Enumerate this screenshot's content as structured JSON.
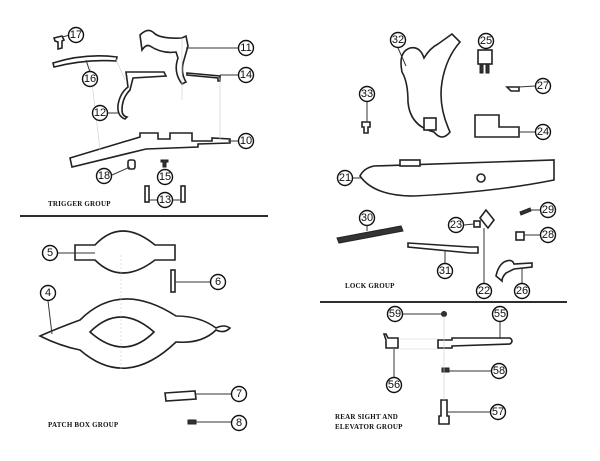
{
  "groups": {
    "trigger": {
      "title": "TRIGGER GROUP",
      "parts": [
        "17",
        "16",
        "11",
        "14",
        "12",
        "10",
        "18",
        "15",
        "13"
      ]
    },
    "patch_box": {
      "title": "PATCH BOX GROUP",
      "parts": [
        "5",
        "6",
        "4",
        "7",
        "8"
      ]
    },
    "lock": {
      "title": "LOCK GROUP",
      "parts": [
        "32",
        "25",
        "27",
        "33",
        "24",
        "21",
        "30",
        "23",
        "29",
        "28",
        "31",
        "22",
        "26"
      ]
    },
    "rear_sight": {
      "title_line1": "REAR SIGHT AND",
      "title_line2": "ELEVATOR GROUP",
      "parts": [
        "59",
        "55",
        "56",
        "58",
        "57"
      ]
    }
  }
}
